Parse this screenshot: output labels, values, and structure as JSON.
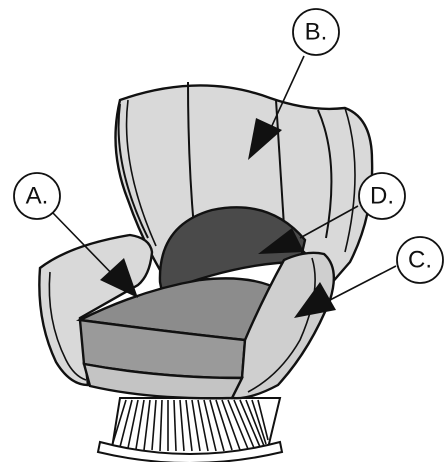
{
  "figure": {
    "callouts": [
      {
        "id": "A",
        "label": "A."
      },
      {
        "id": "B",
        "label": "B."
      },
      {
        "id": "C",
        "label": "C."
      },
      {
        "id": "D",
        "label": "D."
      }
    ],
    "colors": {
      "outline": "#111111",
      "shell_light": "#d9d9d9",
      "shell_mid": "#c4c4c4",
      "seat_top": "#8c8c8c",
      "seat_front": "#9a9a9a",
      "back_cushion": "#4a4a4a",
      "base": "#ffffff"
    }
  }
}
